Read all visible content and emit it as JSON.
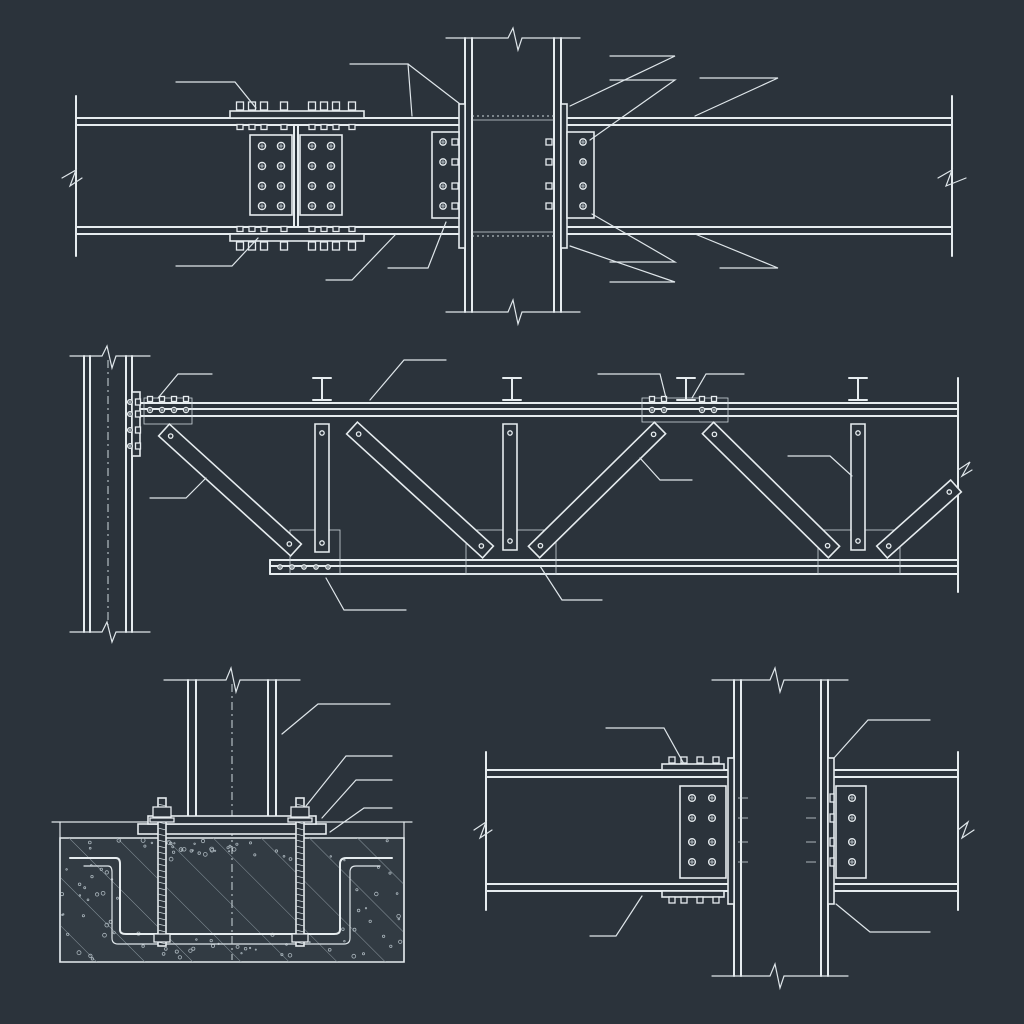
{
  "drawing": {
    "background": "#2b333b",
    "line_color": "#e6ecef",
    "views": [
      "beam-splice-and-column-connection",
      "truss-to-column-connection",
      "column-base-plate-anchor-detail",
      "beam-to-column-shear-connection"
    ]
  }
}
